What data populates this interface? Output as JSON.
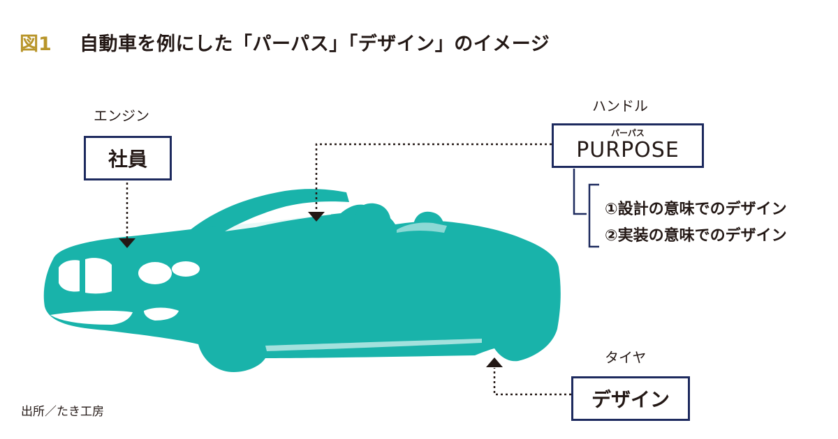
{
  "figure": {
    "number": "図1",
    "title": "自動車を例にした「パーパス」「デザイン」のイメージ"
  },
  "labels": {
    "engine": "エンジン",
    "handle": "ハンドル",
    "tire": "タイヤ"
  },
  "boxes": {
    "employees": "社員",
    "purpose_ruby": "パーパス",
    "purpose": "PURPOSE",
    "design": "デザイン"
  },
  "purpose_items": [
    "①設計の意味でのデザイン",
    "②実装の意味でのデザイン"
  ],
  "source": "出所／たき工房",
  "colors": {
    "car": "#19b3aa",
    "box_border": "#1d2a5e",
    "figure_number": "#b8952a",
    "text": "#231815"
  }
}
